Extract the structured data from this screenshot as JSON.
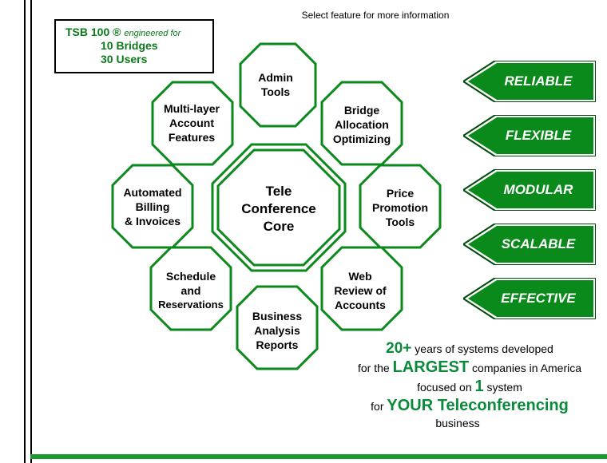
{
  "header": "Select feature for more information",
  "spec": {
    "product": "TSB 100 ®",
    "engineered": "engineered for",
    "bridges": "10 Bridges",
    "users": "30 Users"
  },
  "core": {
    "line1": "Tele",
    "line2": "Conference",
    "line3": "Core"
  },
  "features": {
    "admin": {
      "line1": "Admin",
      "line2": "Tools"
    },
    "bridge": {
      "line1": "Bridge",
      "line2": "Allocation",
      "line3": "Optimizing"
    },
    "price": {
      "line1": "Price",
      "line2": "Promotion",
      "line3": "Tools"
    },
    "web": {
      "line1": "Web",
      "line2": "Review of",
      "line3": "Accounts"
    },
    "business": {
      "line1": "Business",
      "line2": "Analysis",
      "line3": "Reports"
    },
    "schedule": {
      "line1": "Schedule",
      "line2": "and",
      "line3": "Reservations"
    },
    "billing": {
      "line1": "Automated",
      "line2": "Billing",
      "line3": "& Invoices"
    },
    "multilayer": {
      "line1": "Multi-layer",
      "line2": "Account",
      "line3": "Features"
    }
  },
  "qualities": [
    "RELIABLE",
    "FLEXIBLE",
    "MODULAR",
    "SCALABLE",
    "EFFECTIVE"
  ],
  "tagline": {
    "years_num": "20+",
    "years_text": "years of systems developed",
    "for_the": "for the",
    "largest": "LARGEST",
    "companies": "companies in America",
    "focused_on": "focused on",
    "one": "1",
    "system": "system",
    "for": "for",
    "your": "YOUR Teleconferencing",
    "business": "business"
  },
  "colors": {
    "green": "#0a8a1a",
    "dark_green": "#007a14",
    "text_green": "#0a8a3a"
  }
}
